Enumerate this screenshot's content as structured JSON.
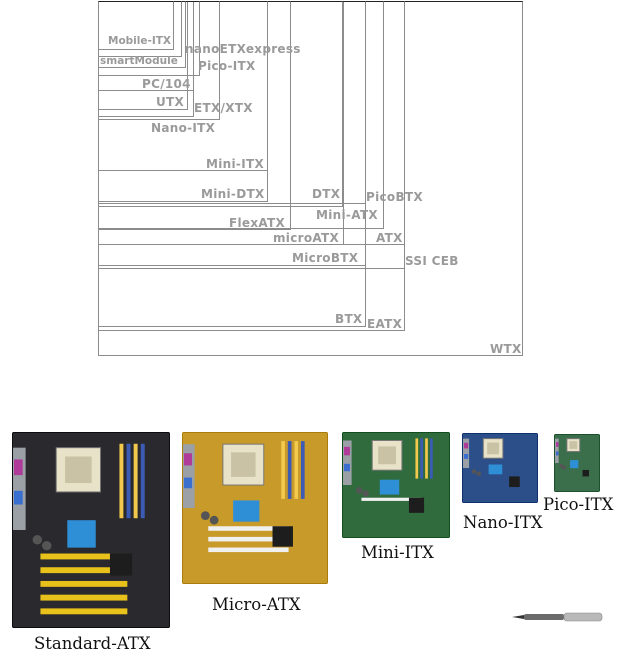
{
  "diagram": {
    "border_color": "#8c8c8c",
    "label_color": "#9a9a9a",
    "form_factors": [
      {
        "id": "mobile-itx",
        "label": "Mobile-ITX"
      },
      {
        "id": "nanoetx-express",
        "label": "nanoETXexpress"
      },
      {
        "id": "smartmodule",
        "label": "smartModule"
      },
      {
        "id": "pico-itx",
        "label": "Pico-ITX"
      },
      {
        "id": "pc104",
        "label": "PC/104"
      },
      {
        "id": "utx",
        "label": "UTX"
      },
      {
        "id": "etx-xtx",
        "label": "ETX/XTX"
      },
      {
        "id": "nano-itx",
        "label": "Nano-ITX"
      },
      {
        "id": "mini-itx",
        "label": "Mini-ITX"
      },
      {
        "id": "mini-dtx",
        "label": "Mini-DTX"
      },
      {
        "id": "dtx",
        "label": "DTX"
      },
      {
        "id": "picobtx",
        "label": "PicoBTX"
      },
      {
        "id": "flexatx",
        "label": "FlexATX"
      },
      {
        "id": "mini-atx",
        "label": "Mini-ATX"
      },
      {
        "id": "microatx",
        "label": "microATX"
      },
      {
        "id": "atx",
        "label": "ATX"
      },
      {
        "id": "microbtx",
        "label": "MicroBTX"
      },
      {
        "id": "ssi-ceb",
        "label": "SSI CEB"
      },
      {
        "id": "btx",
        "label": "BTX"
      },
      {
        "id": "eatx",
        "label": "EATX"
      },
      {
        "id": "wtx",
        "label": "WTX"
      }
    ]
  },
  "photos": {
    "caption_color": "#111111",
    "boards": [
      {
        "id": "standard-atx",
        "caption": "Standard-ATX",
        "pcb_color": "#2a2a2e"
      },
      {
        "id": "micro-atx",
        "caption": "Micro-ATX",
        "pcb_color": "#c79a2a"
      },
      {
        "id": "mini-itx",
        "caption": "Mini-ITX",
        "pcb_color": "#2f6b3c"
      },
      {
        "id": "nano-itx",
        "caption": "Nano-ITX",
        "pcb_color": "#2c4f8a"
      },
      {
        "id": "pico-itx",
        "caption": "Pico-ITX",
        "pcb_color": "#3b6e4a"
      }
    ],
    "scale_reference": {
      "icon": "fountain-pen-icon"
    }
  }
}
